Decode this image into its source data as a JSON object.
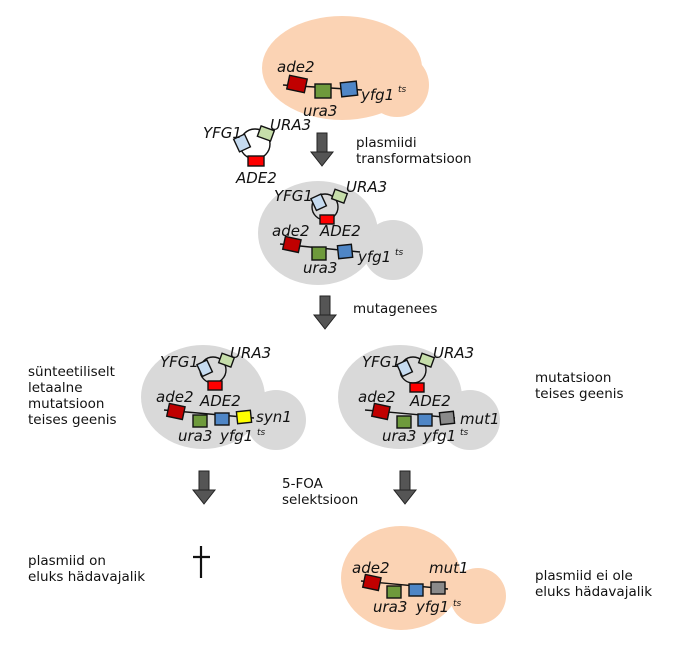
{
  "colors": {
    "cell_orange": "#fbd3b4",
    "cell_gray": "#d9d9d9",
    "ade2": "#c00000",
    "ADE2": "#ff0000",
    "ura3": "#6e9a3c",
    "URA3": "#c6deaa",
    "yfg1": "#4f86c6",
    "YFG1": "#c6dbf0",
    "syn1": "#ffff00",
    "mut1": "#8a8a8a",
    "arrow": "#555555"
  },
  "genes": {
    "ade2": "ade2",
    "ura3": "ura3",
    "yfg1": "yfg1",
    "ts": "ts",
    "YFG1": "YFG1",
    "URA3": "URA3",
    "ADE2": "ADE2",
    "syn1": "syn1",
    "mut1": "mut1"
  },
  "steps": {
    "transformation": [
      "plasmiidi",
      "transformatsioon"
    ],
    "mutagenesis": "mutagenees",
    "selection": [
      "5-FOA",
      "selektsioon"
    ]
  },
  "left_branch": {
    "description": [
      "sünteetiliselt",
      "letaalne",
      "mutatsioon",
      "teises geenis"
    ],
    "outcome": [
      "plasmiid on",
      "eluks hädavajalik"
    ],
    "outcome_icon": "dagger-death-icon"
  },
  "right_branch": {
    "description": [
      "mutatsioon",
      "teises geenis"
    ],
    "outcome": [
      "plasmiid ei ole",
      "eluks hädavajalik"
    ]
  }
}
